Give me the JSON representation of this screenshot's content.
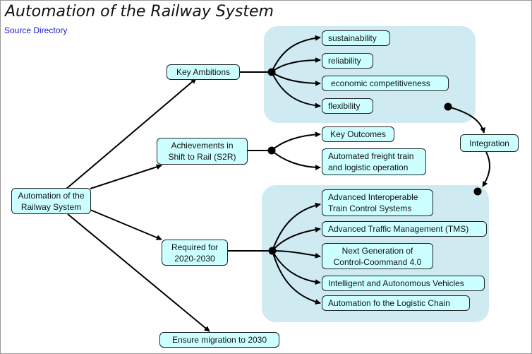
{
  "title": "Automation of the Railway System",
  "source_link": "Source Directory",
  "nodes": {
    "root": "Automation of the\nRailway System",
    "key_ambitions": "Key Ambitions",
    "achievements": "Achievements in\nShift to Rail (S2R)",
    "required": "Required for\n2020-2030",
    "ensure": "Ensure migration to 2030",
    "sustainability": "sustainability",
    "reliability": "reliability",
    "economic": "economic competitiveness",
    "flexibility": "flexibility",
    "key_outcomes": "Key Outcomes",
    "automated_freight": "Automated freight train\nand logistic operation",
    "integration": "Integration",
    "interoperable": "Advanced Interoperable\nTrain Control Systems",
    "traffic": "Advanced Traffic Management (TMS)",
    "next_gen": "Next Generation of\nControl-Coommand 4.0",
    "intelligent": "Intelligent and Autonomous Vehicles",
    "automation_chain": "Automation fo the Logistic Chain"
  }
}
